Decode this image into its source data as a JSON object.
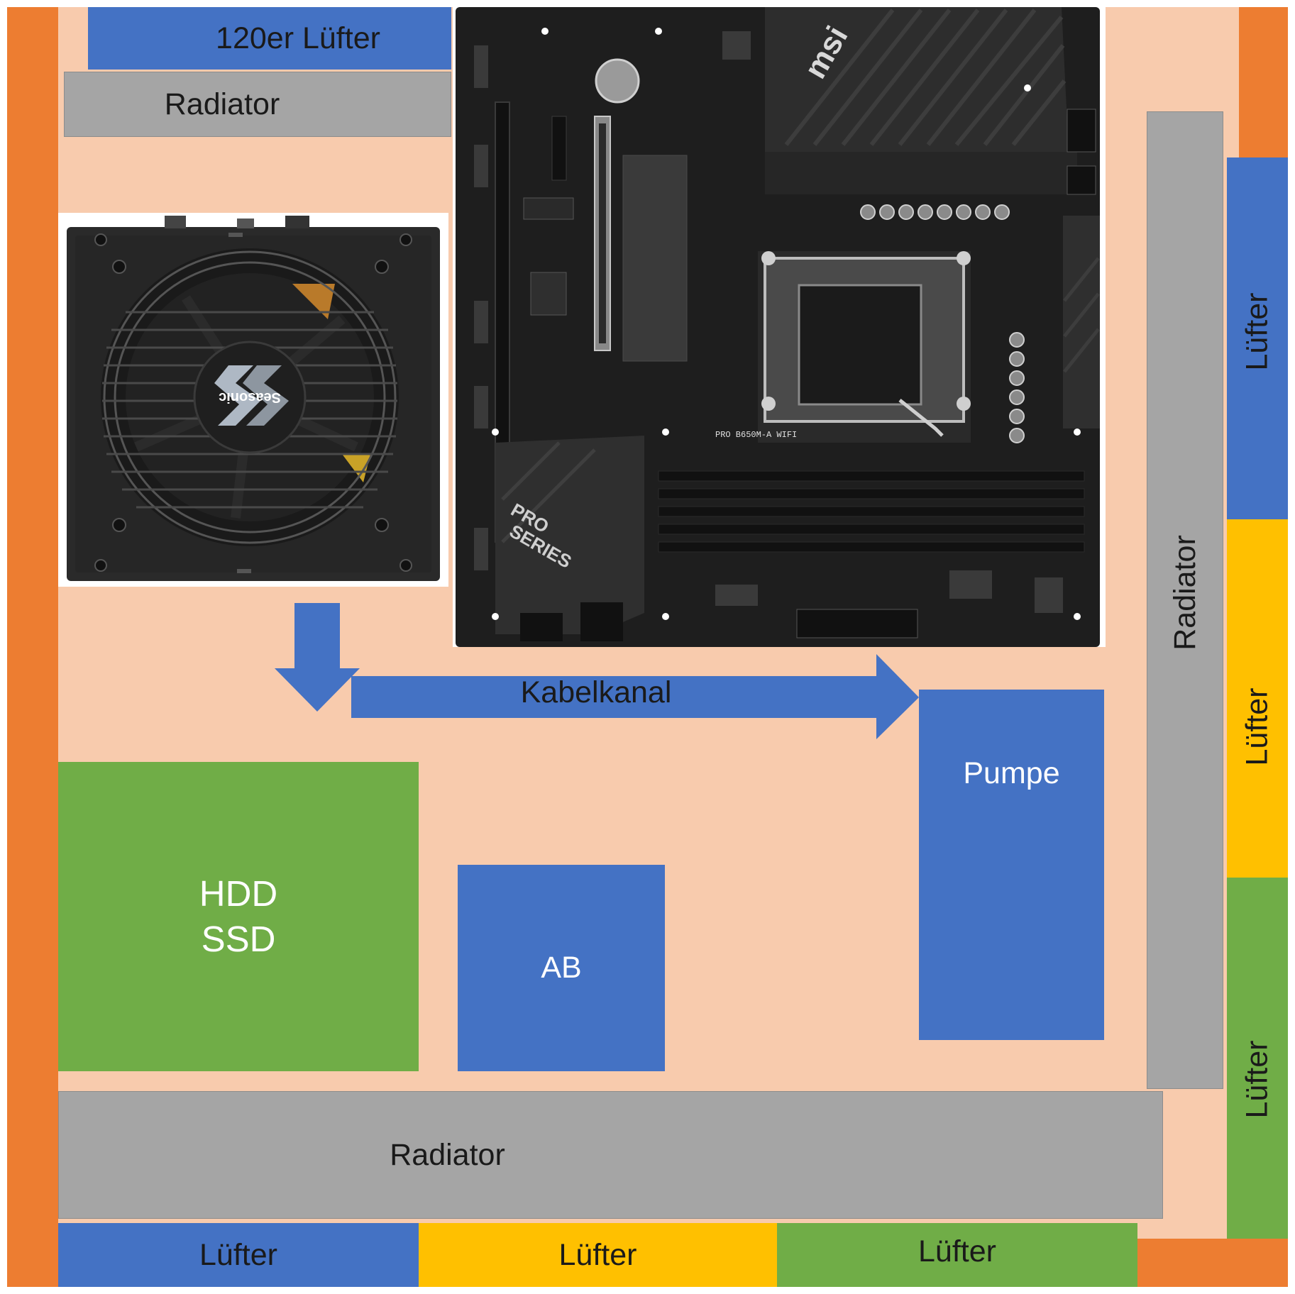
{
  "labels": {
    "top_fan": "120er Lüfter",
    "top_radiator": "Radiator",
    "cable_channel": "Kabelkanal",
    "pump": "Pumpe",
    "storage_line1": "HDD",
    "storage_line2": "SSD",
    "ab": "AB",
    "bottom_radiator": "Radiator",
    "right_radiator": "Radiator",
    "fan_bottom_1": "Lüfter",
    "fan_bottom_2": "Lüfter",
    "fan_bottom_3": "Lüfter",
    "fan_right_1": "Lüfter",
    "fan_right_2": "Lüfter",
    "fan_right_3": "Lüfter"
  },
  "psu": {
    "brand": "Seasonic"
  },
  "motherboard": {
    "model": "PRO B650M-A WIFI",
    "series_line1": "PRO",
    "series_line2": "SERIES",
    "logo": "msi"
  },
  "colors": {
    "case_bg": "#f8cbad",
    "frame": "#ed7d31",
    "blue": "#4472c4",
    "gray": "#a5a5a5",
    "green": "#70ad47",
    "yellow": "#ffc000"
  }
}
